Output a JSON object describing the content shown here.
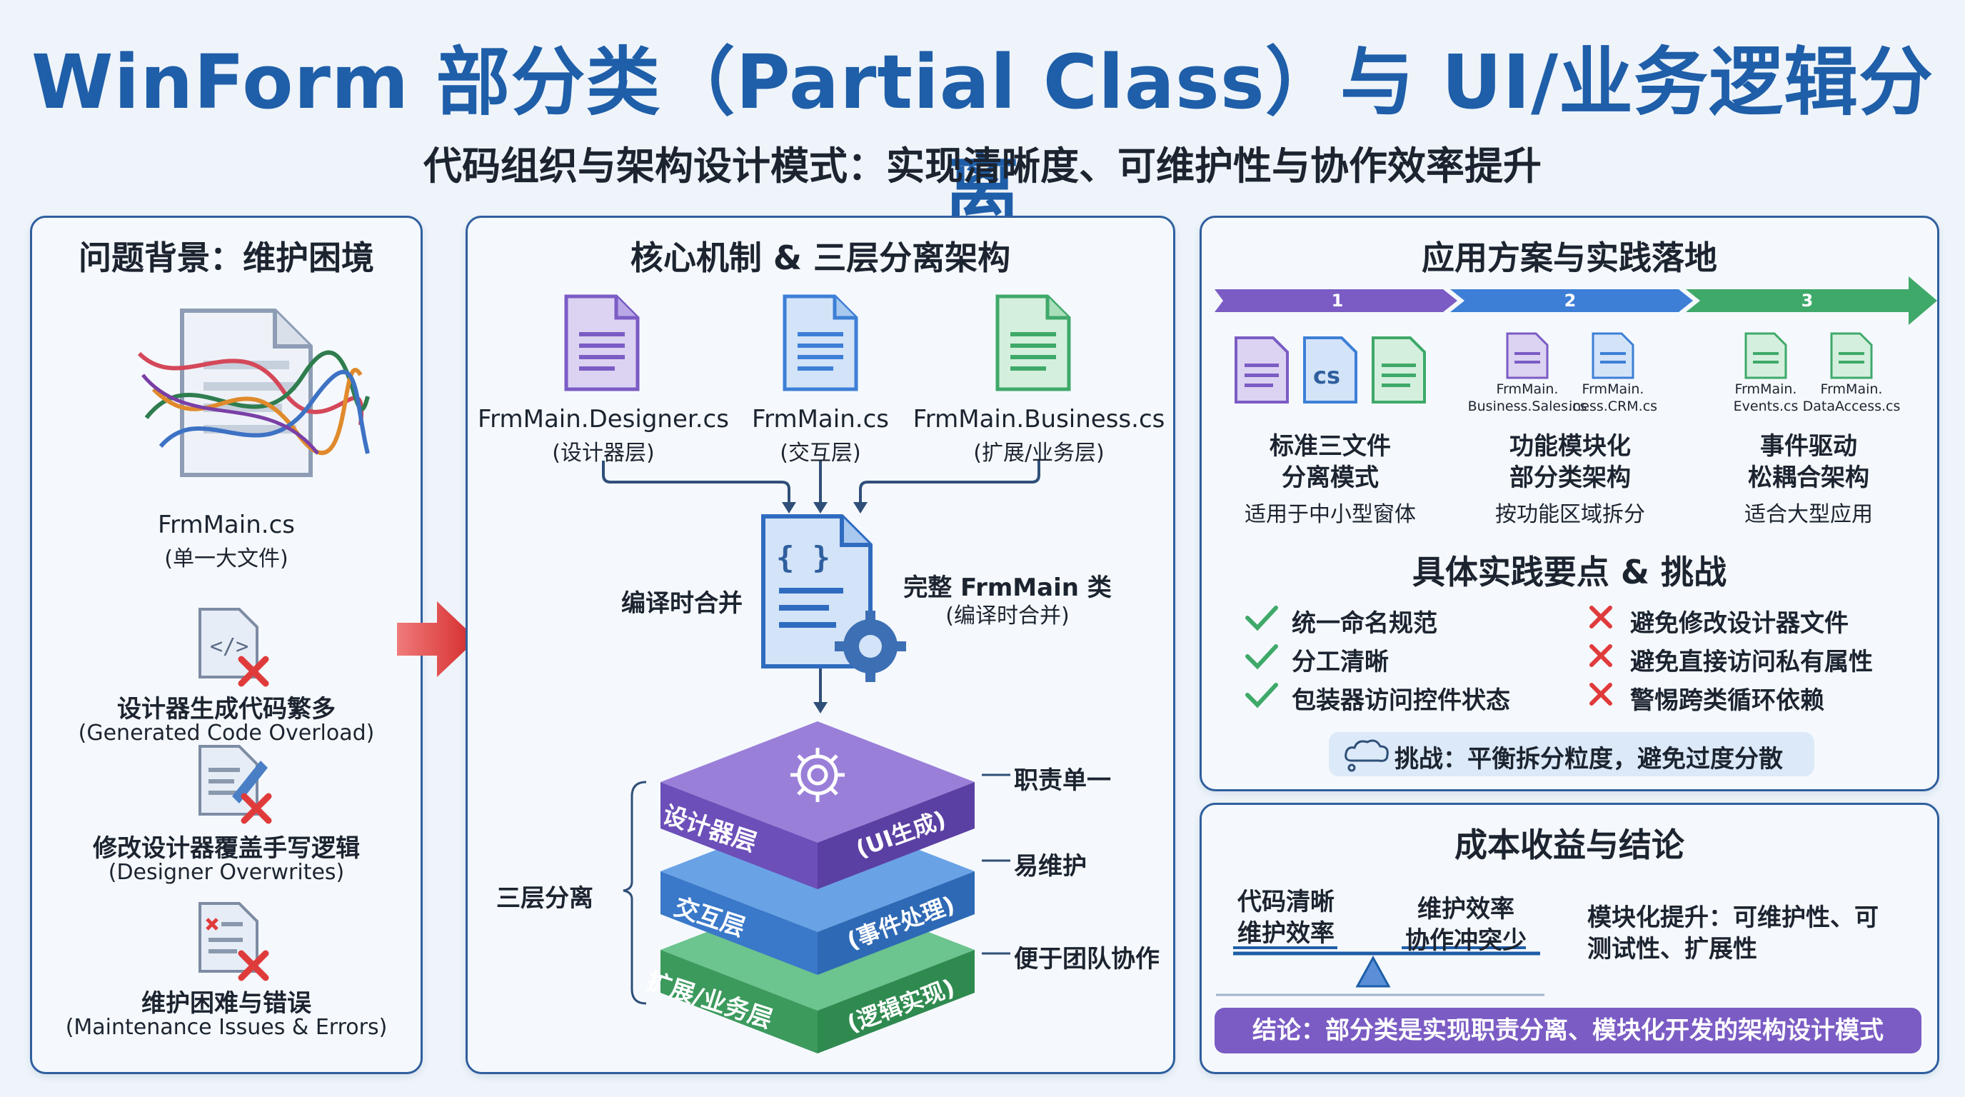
{
  "title": "WinForm 部分类（Partial Class）与 UI/业务逻辑分离",
  "subtitle": "代码组织与架构设计模式：实现清晰度、可维护性与协作效率提升",
  "colors": {
    "title_blue": "#1f5ea8",
    "purple": "#7b5cc4",
    "blue": "#3d7fd6",
    "green": "#3fa96a",
    "red": "#e03b3b"
  },
  "left_panel": {
    "title": "问题背景：维护困境",
    "file_name": "FrmMain.cs",
    "file_desc": "(单一大文件)",
    "problems": [
      {
        "icon": "code-file-error-icon",
        "title": "设计器生成代码繁多",
        "subtitle": "(Generated Code Overload)"
      },
      {
        "icon": "edit-file-error-icon",
        "title": "修改设计器覆盖手写逻辑",
        "subtitle": "(Designer Overwrites)"
      },
      {
        "icon": "list-file-error-icon",
        "title": "维护困难与错误",
        "subtitle": "(Maintenance Issues & Errors)"
      }
    ]
  },
  "middle_panel": {
    "title": "核心机制 & 三层分离架构",
    "files": [
      {
        "name": "FrmMain.Designer.cs",
        "desc": "(设计器层)"
      },
      {
        "name": "FrmMain.cs",
        "desc": "(交互层)"
      },
      {
        "name": "FrmMain.Business.cs",
        "desc": "(扩展/业务层)"
      }
    ],
    "merge_label": "编译时合并",
    "merged_title": "完整 FrmMain 类",
    "merged_desc": "(编译时合并)",
    "three_layer_label": "三层分离",
    "layers": [
      {
        "name": "设计器层",
        "role": "(UI生成)"
      },
      {
        "name": "交互层",
        "role": "(事件处理)"
      },
      {
        "name": "扩展/业务层",
        "role": "(逻辑实现)"
      }
    ],
    "benefits": [
      "职责单一",
      "易维护",
      "便于团队协作"
    ]
  },
  "right_top_panel": {
    "title": "应用方案与实践落地",
    "steps": [
      "1",
      "2",
      "3"
    ],
    "schemes": [
      {
        "icon_text": "cs",
        "files": [],
        "title_line1": "标准三文件",
        "title_line2": "分离模式",
        "desc": "适用于中小型窗体"
      },
      {
        "files": [
          "FrmMain.\nBusiness.Sales.cs",
          "FrmMain.\niness.CRM.cs"
        ],
        "title_line1": "功能模块化",
        "title_line2": "部分类架构",
        "desc": "按功能区域拆分"
      },
      {
        "files": [
          "FrmMain.\nEvents.cs",
          "FrmMain.\nDataAccess.cs"
        ],
        "title_line1": "事件驱动",
        "title_line2": "松耦合架构",
        "desc": "适合大型应用"
      }
    ],
    "practice_title": "具体实践要点 & 挑战",
    "dos": [
      "统一命名规范",
      "分工清晰",
      "包装器访问控件状态"
    ],
    "donts": [
      "避免修改设计器文件",
      "避免直接访问私有属性",
      "警惕跨类循环依赖"
    ],
    "challenge": "挑战：平衡拆分粒度，避免过度分散"
  },
  "right_bottom_panel": {
    "title": "成本收益与结论",
    "left_weight": [
      "代码清晰",
      "维护效率"
    ],
    "right_weight": [
      "维护效率",
      "协作冲突少"
    ],
    "modular_text_line1": "模块化提升：可维护性、可",
    "modular_text_line2": "测试性、扩展性",
    "conclusion": "结论：部分类是实现职责分离、模块化开发的架构设计模式"
  }
}
